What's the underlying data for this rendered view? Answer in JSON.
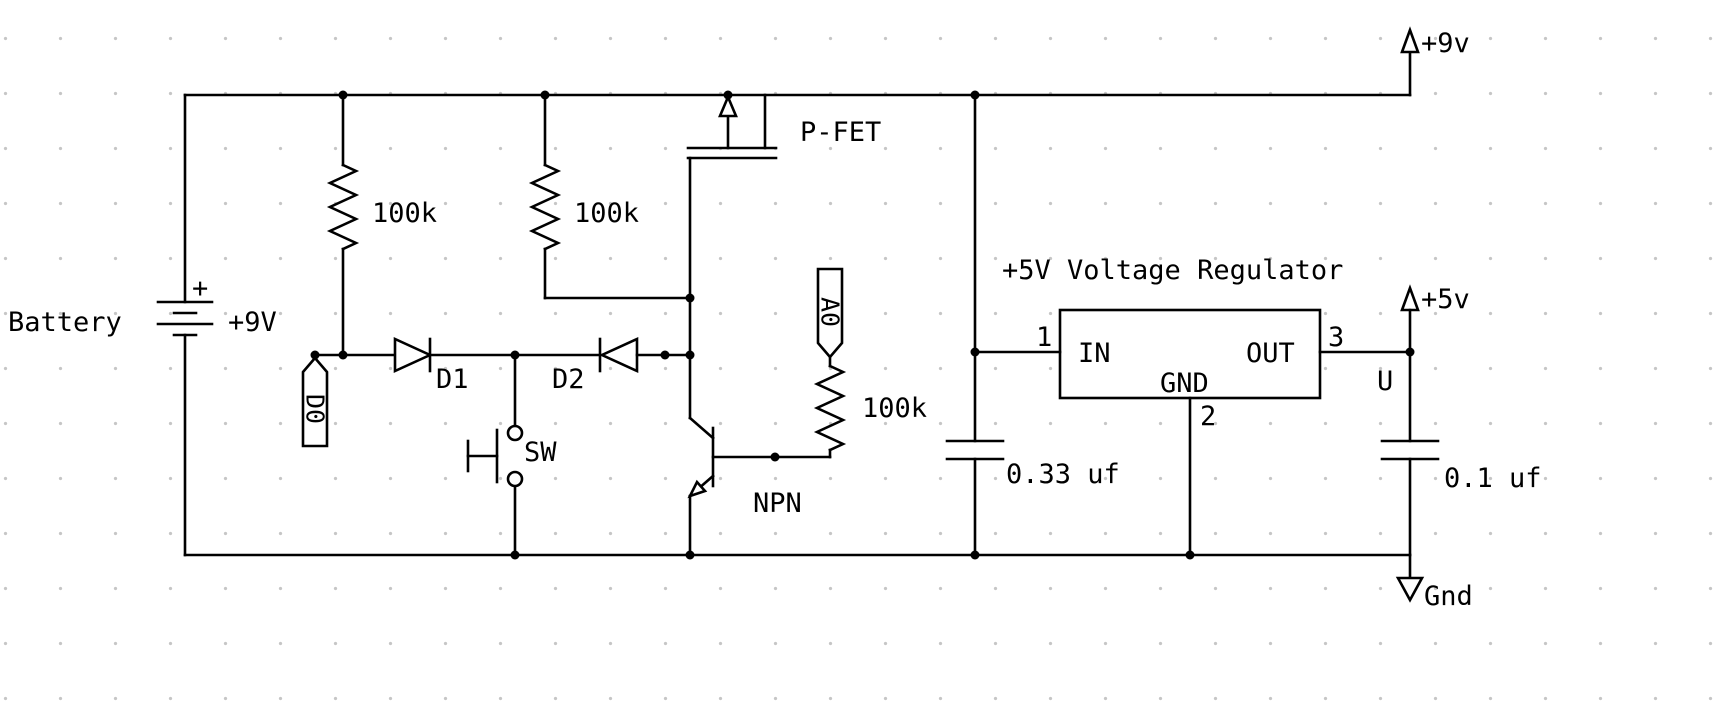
{
  "schematic": {
    "power": {
      "v9": "+9v",
      "v5": "+5v",
      "gnd": "Gnd"
    },
    "battery": {
      "name": "Battery",
      "voltage": "+9V",
      "polarity": "+"
    },
    "resistors": {
      "r1": "100k",
      "r2": "100k",
      "r3": "100k"
    },
    "tags": {
      "d0": "D0",
      "a0": "A0"
    },
    "diodes": {
      "d1": "D1",
      "d2": "D2"
    },
    "switch": {
      "label": "SW"
    },
    "transistors": {
      "pfet": "P-FET",
      "npn": "NPN"
    },
    "regulator": {
      "title": "+5V Voltage Regulator",
      "pin_in": "IN",
      "pin_out": "OUT",
      "pin_gnd": "GND",
      "pin1": "1",
      "pin2": "2",
      "pin3": "3",
      "designator": "U"
    },
    "capacitors": {
      "input": "0.33 uf",
      "output": "0.1 uf"
    }
  },
  "colors": {
    "wire": "#000000",
    "background": "#ffffff",
    "grid_dot": "#c6c6c6"
  }
}
